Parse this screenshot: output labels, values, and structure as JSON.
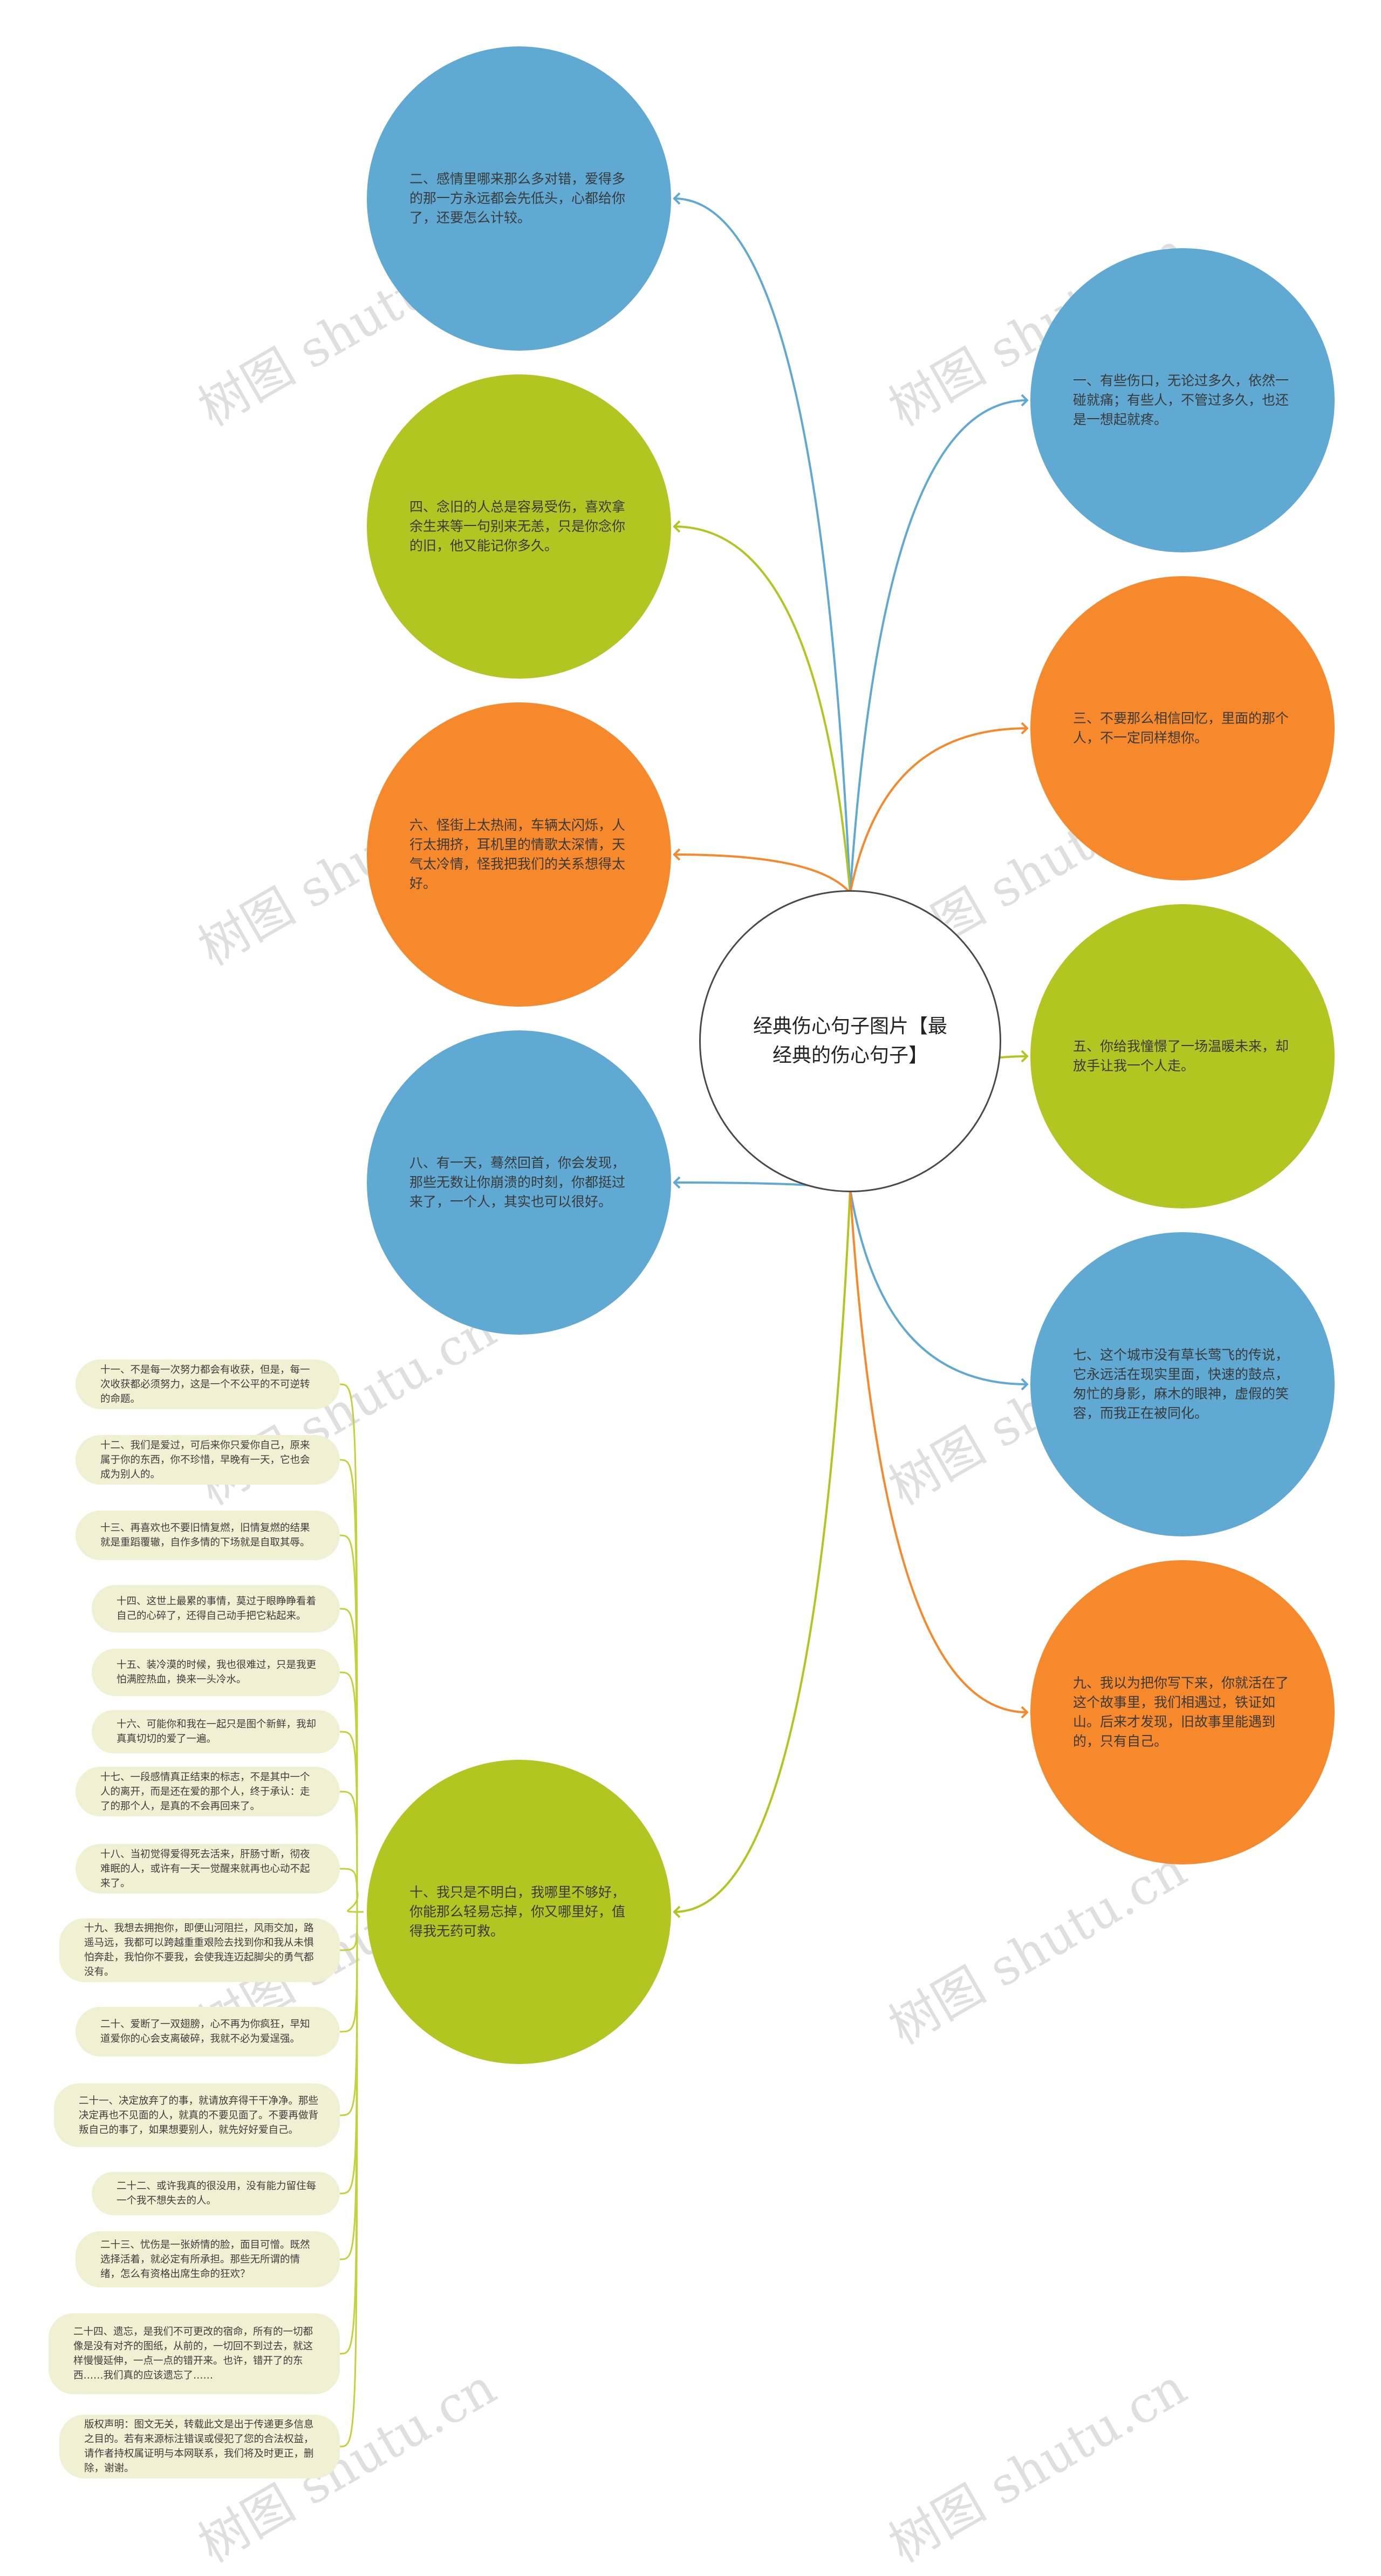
{
  "root": {
    "label": "经典伤心句子图片【最经典的伤心句子】"
  },
  "colors": {
    "blue": "#5fa9d3",
    "green": "#b3c521",
    "orange": "#f5892c",
    "pill_bg": "#eff1d2",
    "pill_line": "#c3d13b",
    "center_border": "#4a4a4a"
  },
  "left_nodes": [
    {
      "text": "二、感情里哪来那么多对错，爱得多的那一方永远都会先低头，心都给你了，还要怎么计较。",
      "color": "blue"
    },
    {
      "text": "四、念旧的人总是容易受伤，喜欢拿余生来等一句别来无恙，只是你念你的旧，他又能记你多久。",
      "color": "green"
    },
    {
      "text": "六、怪街上太热闹，车辆太闪烁，人行太拥挤，耳机里的情歌太深情，天气太冷情，怪我把我们的关系想得太好。",
      "color": "orange"
    },
    {
      "text": "八、有一天，蓦然回首，你会发现，那些无数让你崩溃的时刻，你都挺过来了，一个人，其实也可以很好。",
      "color": "blue"
    },
    {
      "text": "十、我只是不明白，我哪里不够好，你能那么轻易忘掉，你又哪里好，值得我无药可救。",
      "color": "green"
    }
  ],
  "right_nodes": [
    {
      "text": "一、有些伤口，无论过多久，依然一碰就痛；有些人，不管过多久，也还是一想起就疼。",
      "color": "blue"
    },
    {
      "text": "三、不要那么相信回忆，里面的那个人，不一定同样想你。",
      "color": "orange"
    },
    {
      "text": "五、你给我憧憬了一场温暖未来，却放手让我一个人走。",
      "color": "green"
    },
    {
      "text": "七、这个城市没有草长莺飞的传说，它永远活在现实里面，快速的鼓点，匆忙的身影，麻木的眼神，虚假的笑容，而我正在被同化。",
      "color": "blue"
    },
    {
      "text": "九、我以为把你写下来，你就活在了这个故事里，我们相遇过，铁证如山。后来才发现，旧故事里能遇到的，只有自己。",
      "color": "orange"
    }
  ],
  "sub_items": [
    "十一、不是每一次努力都会有收获，但是，每一次收获都必须努力，这是一个不公平的不可逆转的命题。",
    "十二、我们是爱过，可后来你只爱你自己，原来属于你的东西，你不珍惜，早晚有一天，它也会成为别人的。",
    "十三、再喜欢也不要旧情复燃，旧情复燃的结果就是重蹈覆辙，自作多情的下场就是自取其辱。",
    "十四、这世上最累的事情，莫过于眼睁睁看着自己的心碎了，还得自己动手把它粘起来。",
    "十五、装冷漠的时候，我也很难过，只是我更怕满腔热血，换来一头冷水。",
    "十六、可能你和我在一起只是图个新鲜，我却真真切切的爱了一遍。",
    "十七、一段感情真正结束的标志，不是其中一个人的离开，而是还在爱的那个人，终于承认：走了的那个人，是真的不会再回来了。",
    "十八、当初觉得爱得死去活来，肝肠寸断，彻夜难眠的人，或许有一天一觉醒来就再也心动不起来了。",
    "十九、我想去拥抱你，即便山河阻拦，风雨交加，路遥马远，我都可以跨越重重艰险去找到你和我从未惧怕奔赴，我怕你不要我，会使我连迈起脚尖的勇气都没有。",
    "二十、爱断了一双翅膀，心不再为你疯狂，早知道爱你的心会支离破碎，我就不必为爱逞强。",
    "二十一、决定放弃了的事，就请放弃得干干净净。那些决定再也不见面的人，就真的不要见面了。不要再做背叛自己的事了，如果想要别人，就先好好爱自己。",
    "二十二、或许我真的很没用，没有能力留住每一个我不想失去的人。",
    "二十三、忧伤是一张娇情的脸，面目可憎。既然选择活着，就必定有所承担。那些无所谓的情绪，怎么有资格出席生命的狂欢？",
    "二十四、遗忘，是我们不可更改的宿命，所有的一切都像是没有对齐的图纸，从前的，一切回不到过去，就这样慢慢延伸，一点一点的错开来。也许，错开了的东西……我们真的应该遗忘了……",
    "版权声明：图文无关，转载此文是出于传递更多信息之目的。若有来源标注错误或侵犯了您的合法权益，请作者持权属证明与本网联系，我们将及时更正，删除，谢谢。"
  ],
  "watermark": "树图 shutu.cn"
}
